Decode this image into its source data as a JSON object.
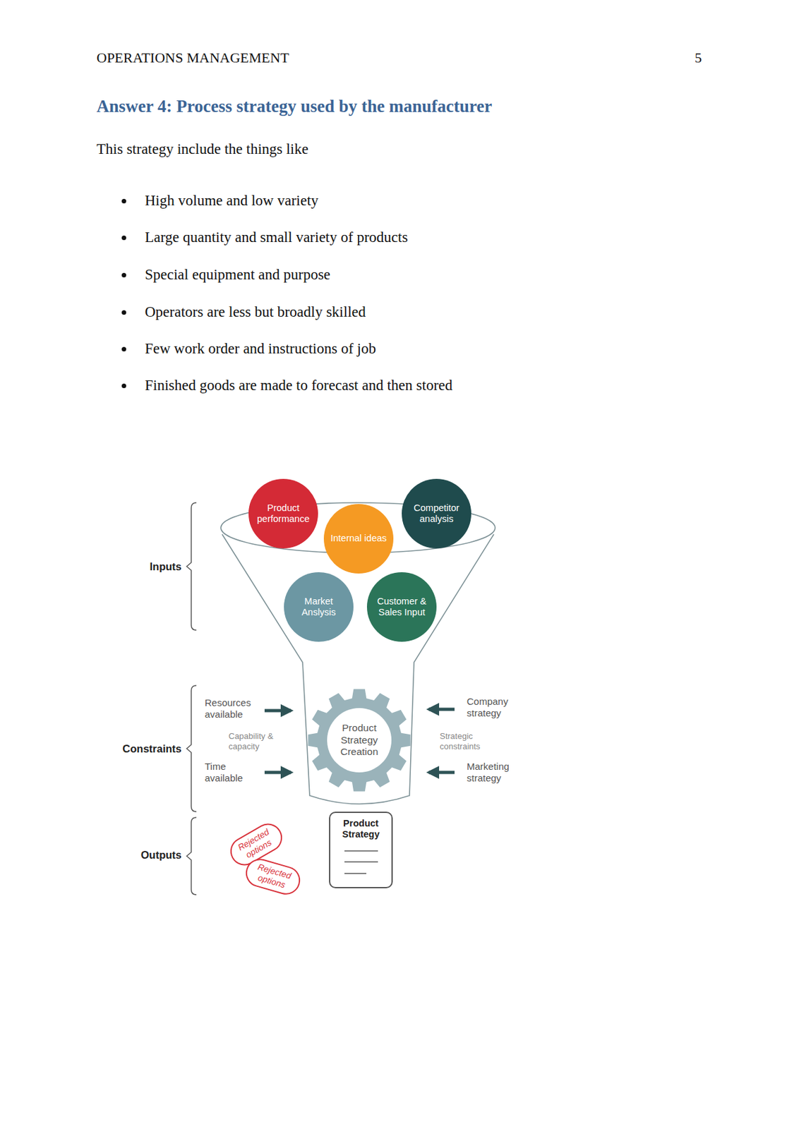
{
  "diagram": {
    "title": "Answer 4: Process strategy used by the manufacturer",
    "nodes": [
      {
        "text": [
          "Product performance"
        ]
      },
      {
        "text": [
          "Internal ideas"
        ]
      },
      {
        "text": [
          "Competitor analysis"
        ]
      },
      {
        "text": [
          "Market Anslysis"
        ]
      },
      {
        "text": [
          "Customer & Sales Input"
        ]
      },
      {
        "text": [
          "Product Strategy Creation"
        ]
      },
      {
        "text": [
          "Product Strategy"
        ]
      },
      {
        "text": [
          "Rejected options"
        ]
      },
      {
        "text": [
          "Rejected options"
        ]
      }
    ],
    "labels": [
      "OPERATIONS MANAGEMENT",
      "5",
      "This strategy include the things like",
      "High volume and low variety",
      "Large quantity and small variety of products",
      "Special equipment and purpose",
      "Operators are less but broadly skilled",
      "Few work order and instructions of job",
      "Finished goods are made to forecast and then stored",
      "Inputs",
      "Constraints",
      "Outputs",
      "Resources available",
      "Capability & capacity",
      "Time available",
      "Company strategy",
      "Strategic constraints",
      "Marketing strategy"
    ]
  }
}
